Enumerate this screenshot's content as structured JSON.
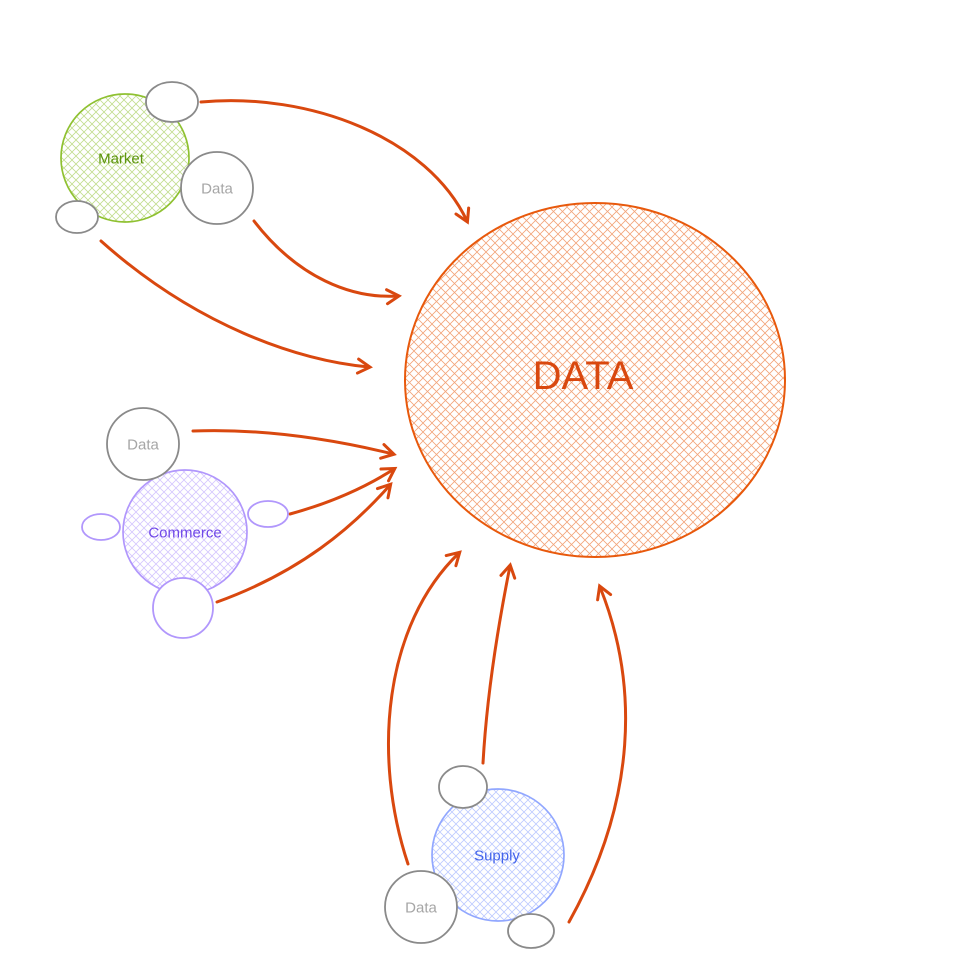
{
  "central": {
    "label": "DATA"
  },
  "clusters": {
    "market": {
      "label": "Market",
      "satellite_label": "Data"
    },
    "commerce": {
      "label": "Commerce",
      "satellite_label": "Data"
    },
    "supply": {
      "label": "Supply",
      "satellite_label": "Data"
    }
  },
  "colors": {
    "arrow": "#d9480f",
    "central-stroke": "#e8590c",
    "central-text": "#d9480f",
    "market-stroke": "#8fc131",
    "market-text": "#5c940d",
    "commerce-stroke": "#b197fc",
    "commerce-text": "#7048e8",
    "supply-stroke": "#91a7ff",
    "supply-text": "#4263eb",
    "satellite-stroke": "#8a8a8a",
    "satellite-text": "#a6a6a6"
  }
}
